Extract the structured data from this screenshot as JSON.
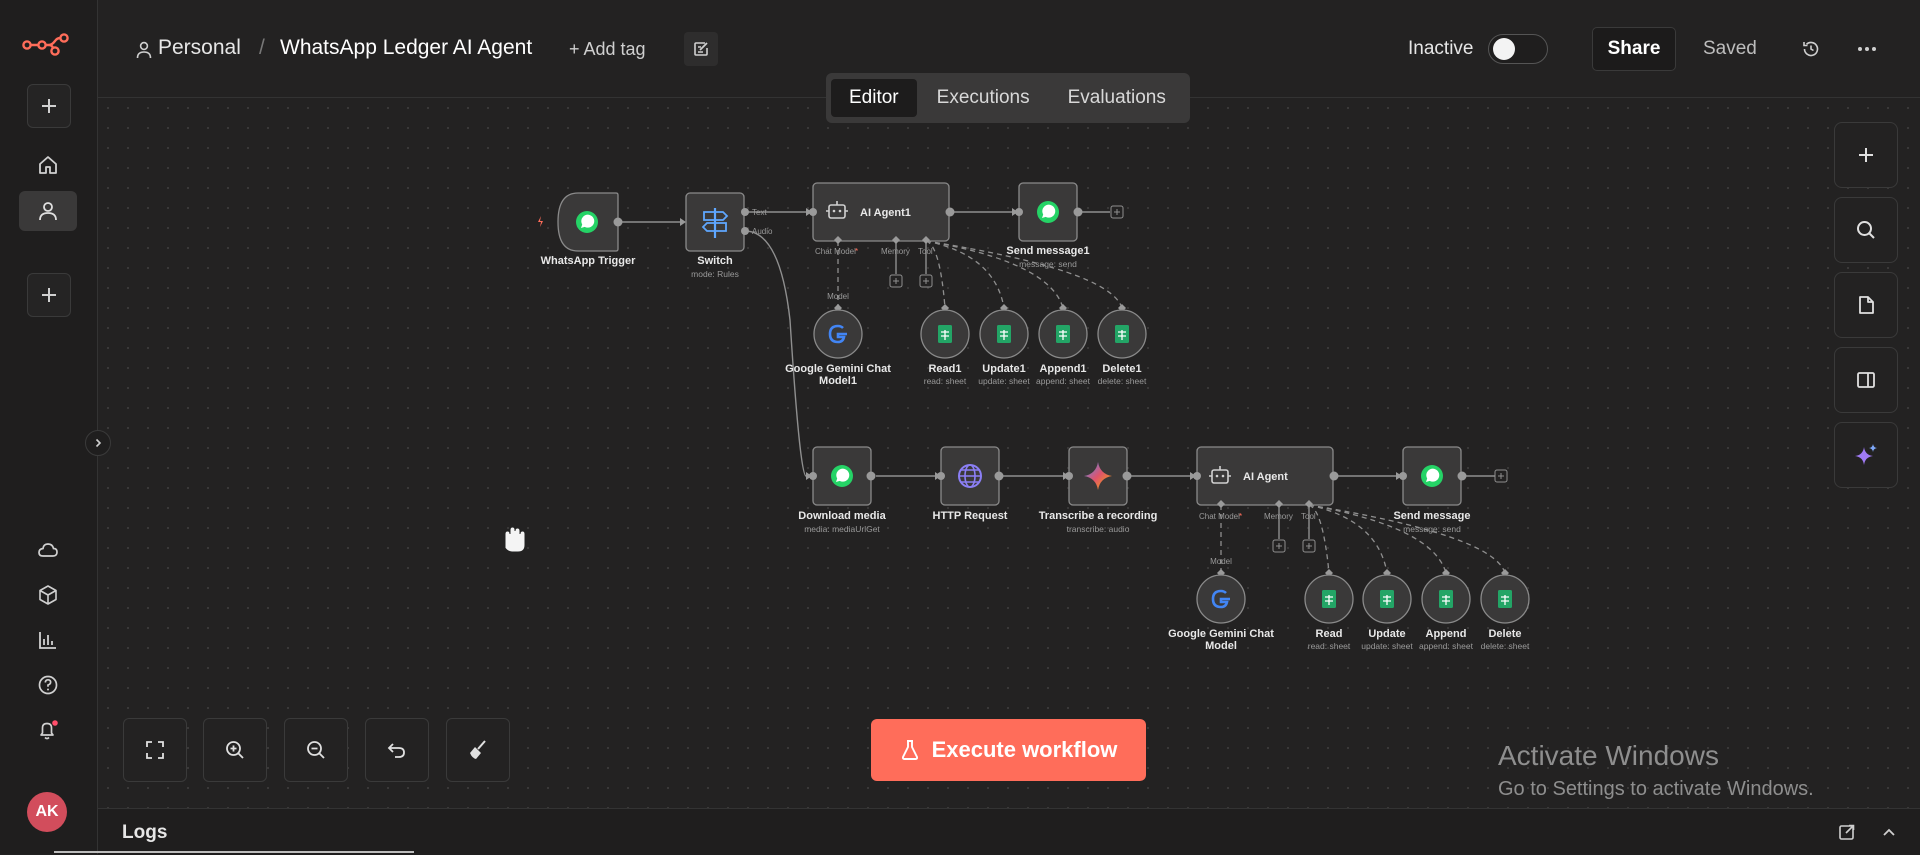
{
  "sidebar": {
    "logo_icon": "n8n-logo-icon",
    "top_items": [
      {
        "icon": "plus-icon"
      },
      {
        "icon": "home-icon"
      },
      {
        "icon": "user-icon"
      },
      {
        "icon": "plus-icon"
      }
    ],
    "bottom_items": [
      {
        "icon": "cloud-icon"
      },
      {
        "icon": "cube-icon"
      },
      {
        "icon": "bar-chart-icon"
      },
      {
        "icon": "help-icon"
      },
      {
        "icon": "bell-icon"
      }
    ],
    "avatar_initials": "AK"
  },
  "header": {
    "project": "Personal",
    "separator": "/",
    "workflow_name": "WhatsApp Ledger AI Agent",
    "add_tag": "+ Add tag",
    "status_label": "Inactive",
    "share_label": "Share",
    "saved_label": "Saved",
    "accent_color": "#ff6d5a"
  },
  "tabs": [
    {
      "label": "Editor",
      "active": true
    },
    {
      "label": "Executions",
      "active": false
    },
    {
      "label": "Evaluations",
      "active": false
    }
  ],
  "workflow": {
    "nodes": {
      "whatsapp_trigger": {
        "label": "WhatsApp Trigger"
      },
      "switch": {
        "label": "Switch",
        "sub": "mode: Rules",
        "out_text": "Text",
        "out_audio": "Audio"
      },
      "ai_agent1": {
        "label": "AI Agent1",
        "chat_model": "Chat Model",
        "memory": "Memory",
        "tool": "Tool"
      },
      "send_message1": {
        "label": "Send message1",
        "sub": "message: send"
      },
      "gemini1": {
        "label_line1": "Google Gemini Chat",
        "label_line2": "Model1",
        "port": "Model"
      },
      "read1": {
        "label": "Read1",
        "sub": "read: sheet"
      },
      "update1": {
        "label": "Update1",
        "sub": "update: sheet"
      },
      "append1": {
        "label": "Append1",
        "sub": "append: sheet"
      },
      "delete1": {
        "label": "Delete1",
        "sub": "delete: sheet"
      },
      "download_media": {
        "label": "Download media",
        "sub": "media: mediaUrlGet"
      },
      "http_request": {
        "label": "HTTP Request"
      },
      "transcribe": {
        "label": "Transcribe a recording",
        "sub": "transcribe: audio"
      },
      "ai_agent": {
        "label": "AI Agent",
        "chat_model": "Chat Model",
        "memory": "Memory",
        "tool": "Tool"
      },
      "send_message": {
        "label": "Send message",
        "sub": "message: send"
      },
      "gemini": {
        "label_line1": "Google Gemini Chat",
        "label_line2": "Model",
        "port": "Model"
      },
      "read": {
        "label": "Read",
        "sub": "read: sheet"
      },
      "update": {
        "label": "Update",
        "sub": "update: sheet"
      },
      "append": {
        "label": "Append",
        "sub": "append: sheet"
      },
      "delete": {
        "label": "Delete",
        "sub": "delete: sheet"
      }
    }
  },
  "toolbar": {
    "execute_label": "Execute workflow"
  },
  "watermark": {
    "line1": "Activate Windows",
    "line2": "Go to Settings to activate Windows."
  },
  "logs": {
    "label": "Logs"
  }
}
